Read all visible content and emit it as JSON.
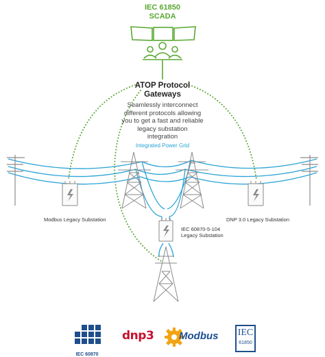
{
  "scada": {
    "title_line1": "IEC 61850",
    "title_line2": "SCADA"
  },
  "gateway": {
    "title_line1": "ATOP Protocol",
    "title_line2": "Gateways",
    "description_lines": [
      "Seamlessly interconnect",
      "different protocols allowing",
      "you to get a fast and reliable",
      "legacy substation",
      "integration"
    ]
  },
  "grid": {
    "label": "Integrated Power Grid"
  },
  "substations": {
    "modbus": "Modbus Legacy Substation",
    "dnp": "DNP 3.0 Legacy Substation",
    "iec_line1": "IEC 60870-5-104",
    "iec_line2": "Legacy Substation"
  },
  "logos": {
    "iec60870": "IEC 60870",
    "dnp3": "dnp3",
    "modbus": "Modbus",
    "iec61850_top": "IEC",
    "iec61850_bottom": "61850"
  },
  "colors": {
    "green": "#5aa832",
    "blue": "#2aa3d6",
    "tower_gray": "#8a8a8a"
  }
}
